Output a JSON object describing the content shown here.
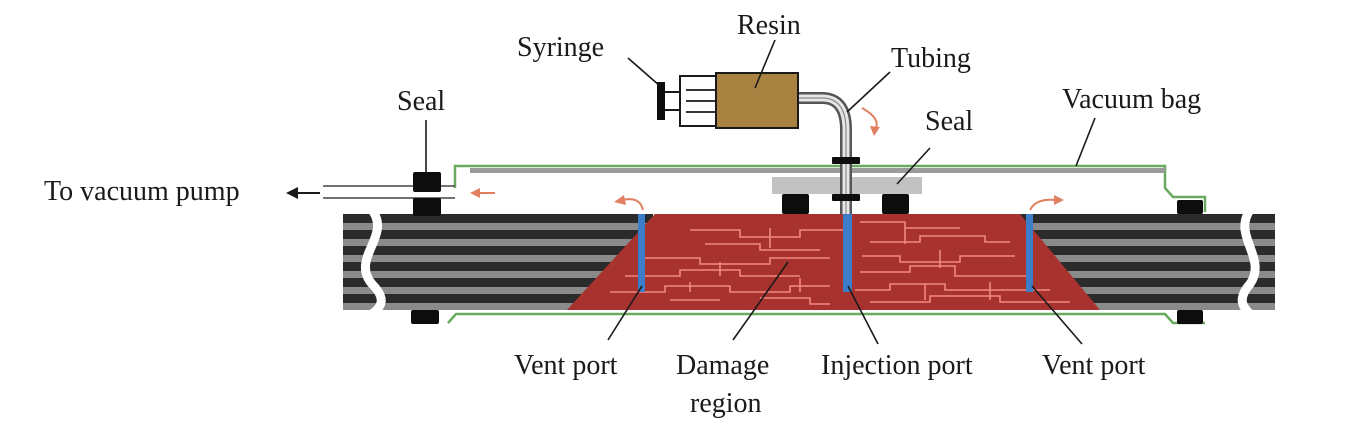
{
  "labels": {
    "syringe": "Syringe",
    "resin": "Resin",
    "tubing": "Tubing",
    "seal_left": "Seal",
    "seal_right": "Seal",
    "vacuum_bag": "Vacuum bag",
    "to_vacuum_pump": "To vacuum pump",
    "vent_port_left": "Vent port",
    "damage_region_line1": "Damage",
    "damage_region_line2": "region",
    "injection_port": "Injection port",
    "vent_port_right": "Vent port"
  },
  "colors": {
    "laminate_dark": "#2b2b2b",
    "laminate_light": "#8a8a8a",
    "damage_region": "#a8322d",
    "crack_lines": "#ef8a80",
    "port": "#3d7cc9",
    "vacuum_bag": "#6aaa5f",
    "seal": "#0d0d0d",
    "resin": "#a88240",
    "flow_arrow": "#e08060",
    "pad": "#c2c2c2",
    "inner_sheet": "#9b9b9b"
  }
}
